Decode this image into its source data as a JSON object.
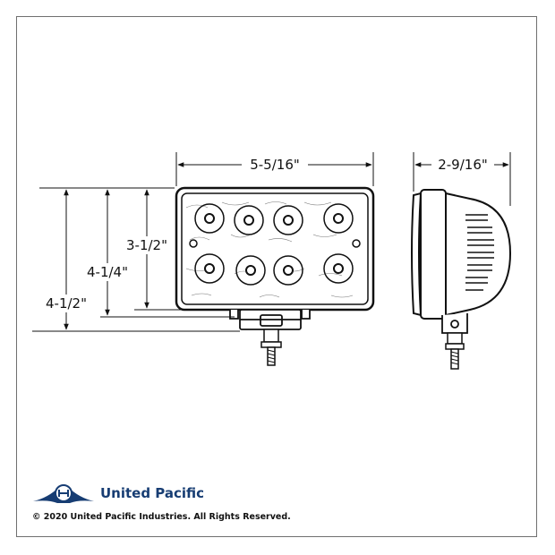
{
  "dimensions": {
    "width": "5-5/16\"",
    "depth": "2-9/16\"",
    "housing_height": "3-1/2\"",
    "height_to_bracket": "4-1/4\"",
    "overall_height": "4-1/2\""
  },
  "brand": {
    "name": "United Pacific",
    "logo": "ship-wave-logo-icon",
    "color": "#173d73"
  },
  "copyright": "© 2020 United Pacific Industries. All Rights Reserved."
}
